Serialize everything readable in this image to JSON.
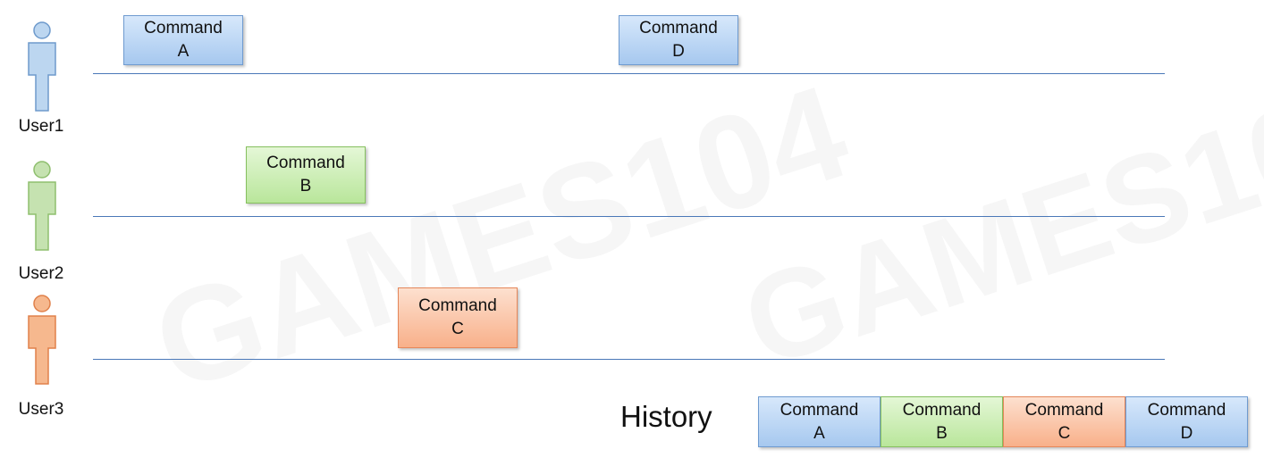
{
  "watermark": "GAMES104",
  "users": [
    {
      "label": "User1",
      "color": "#9dc3e6"
    },
    {
      "label": "User2",
      "color": "#a9d18e"
    },
    {
      "label": "User3",
      "color": "#f4b183"
    }
  ],
  "commands": [
    {
      "line1": "Command",
      "line2": "A",
      "user": "User1"
    },
    {
      "line1": "Command",
      "line2": "D",
      "user": "User1"
    },
    {
      "line1": "Command",
      "line2": "B",
      "user": "User2"
    },
    {
      "line1": "Command",
      "line2": "C",
      "user": "User3"
    }
  ],
  "history": {
    "label": "History",
    "items": [
      {
        "line1": "Command",
        "line2": "A"
      },
      {
        "line1": "Command",
        "line2": "B"
      },
      {
        "line1": "Command",
        "line2": "C"
      },
      {
        "line1": "Command",
        "line2": "D"
      }
    ]
  }
}
